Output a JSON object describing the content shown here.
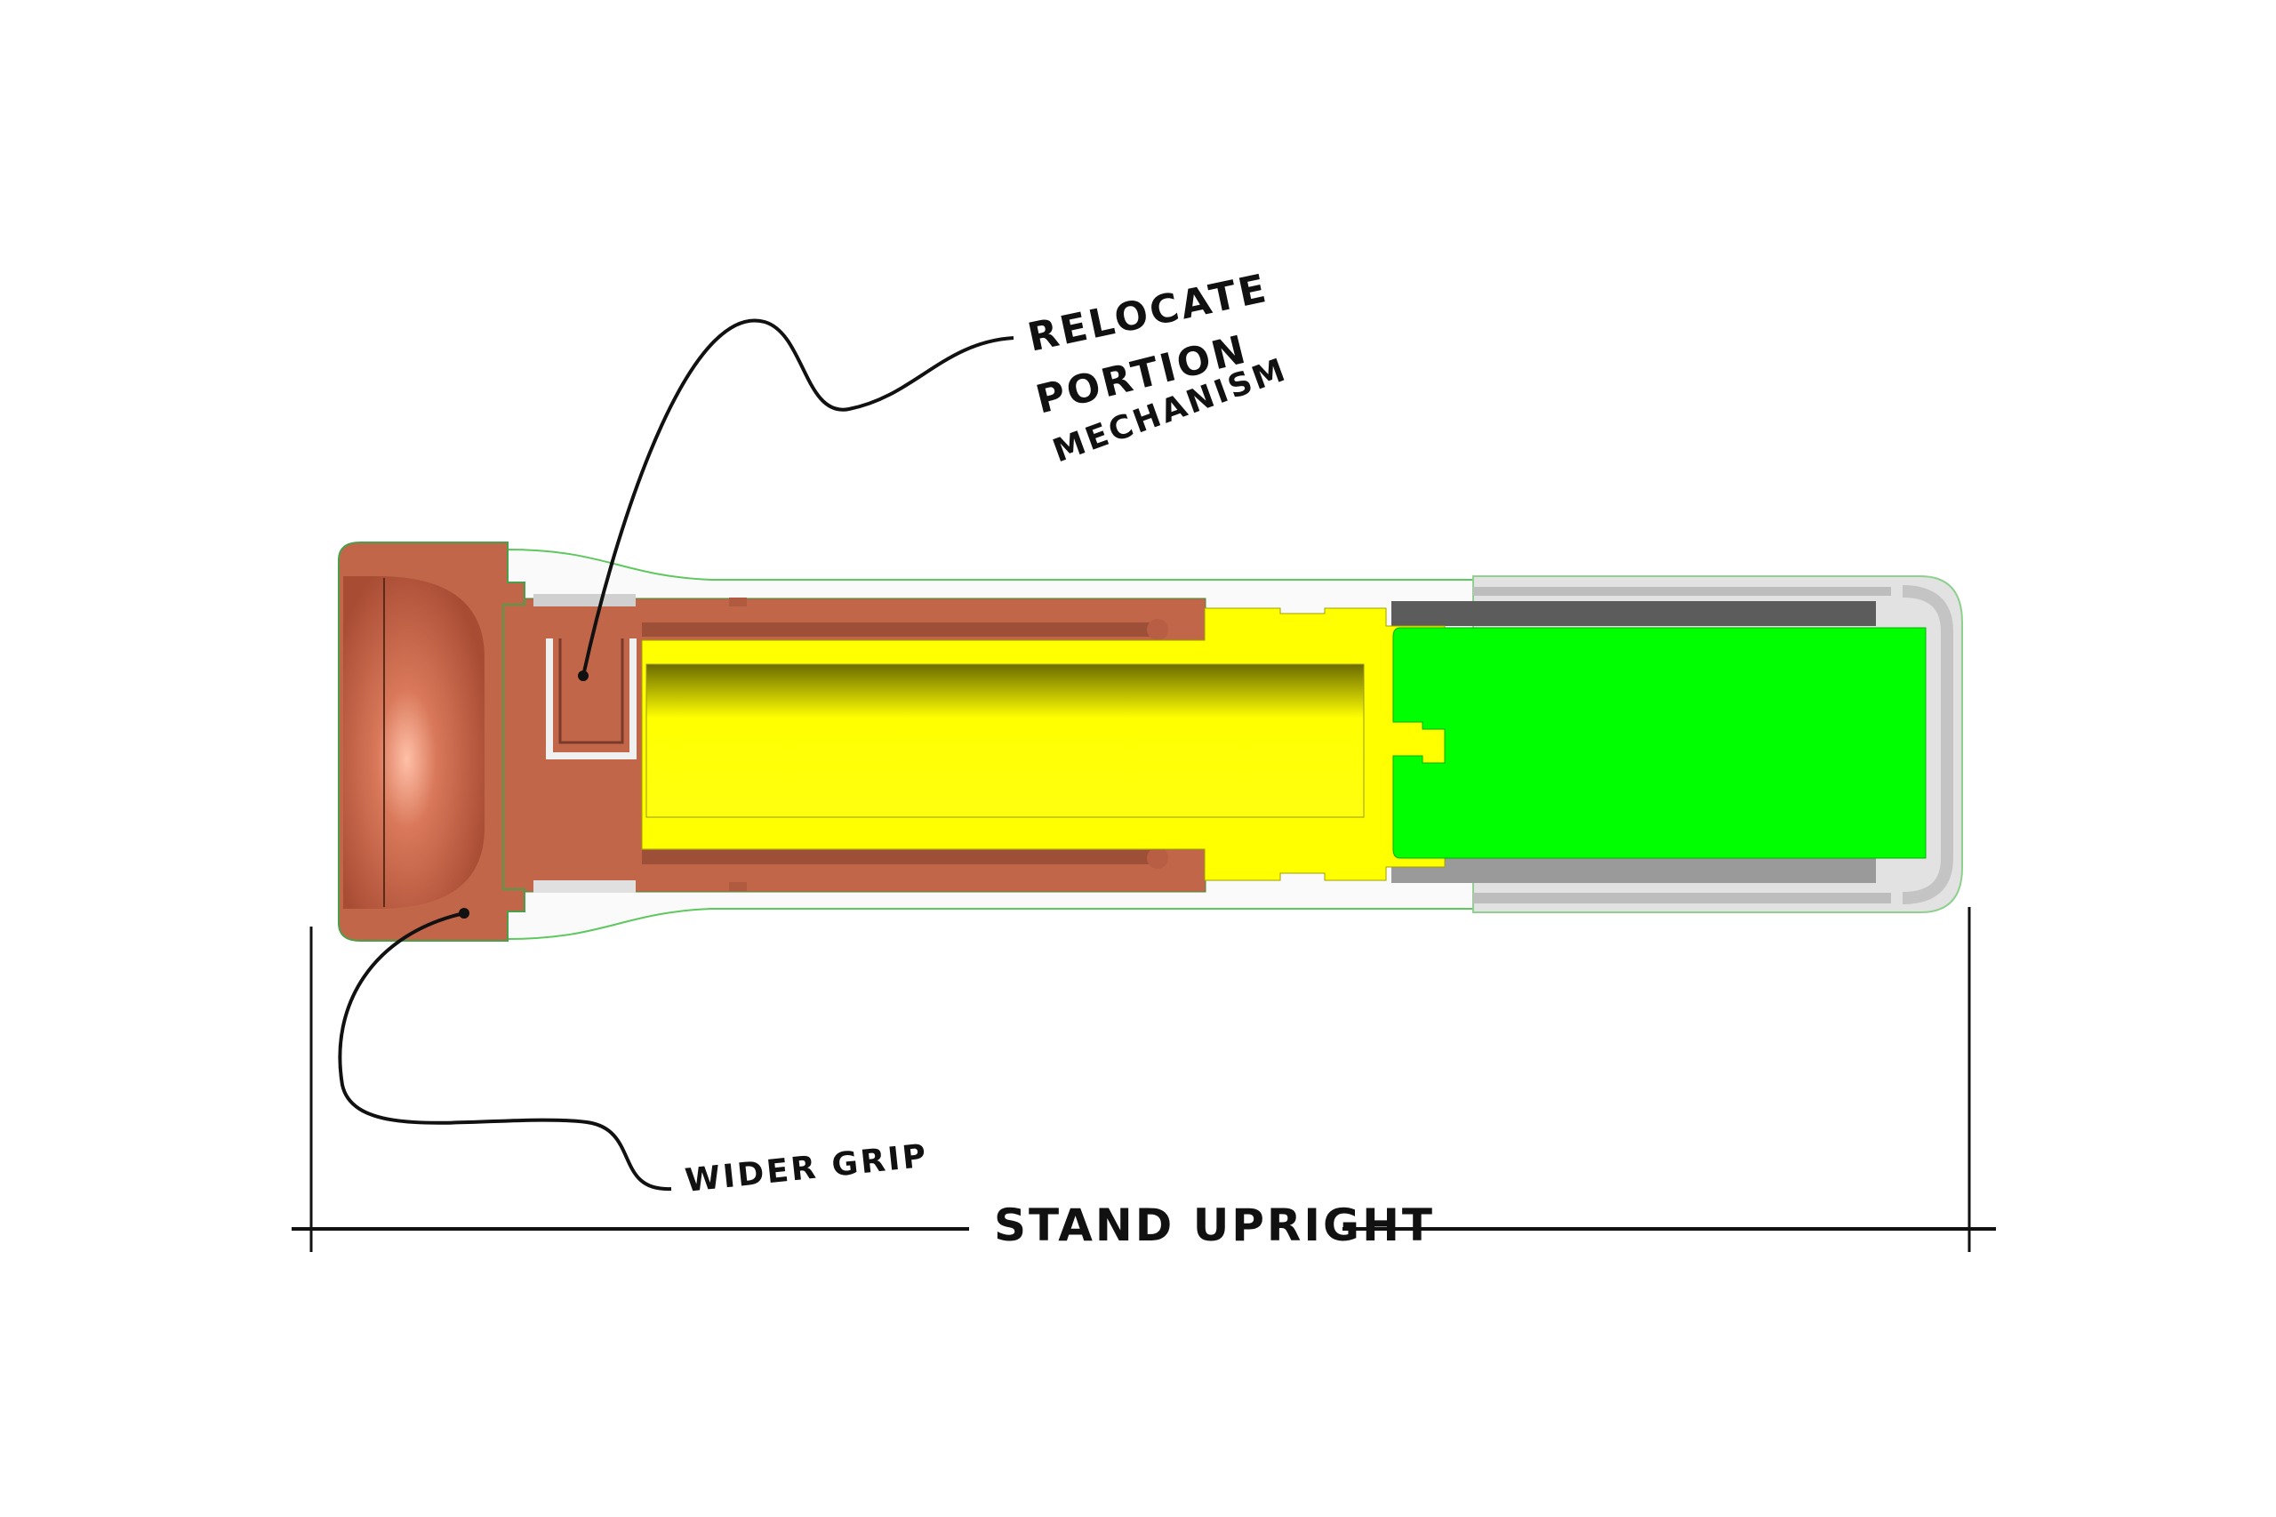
{
  "annotations": {
    "relocate": [
      "Relocate",
      "Portion",
      "Mechanism"
    ],
    "grip": "Wider Grip",
    "dimension": "Stand Upright"
  },
  "colors": {
    "cap": "#c2664a",
    "mechanism": "#ffff00",
    "insert": "#00ff00",
    "sleeve": "#c8c8c8"
  }
}
